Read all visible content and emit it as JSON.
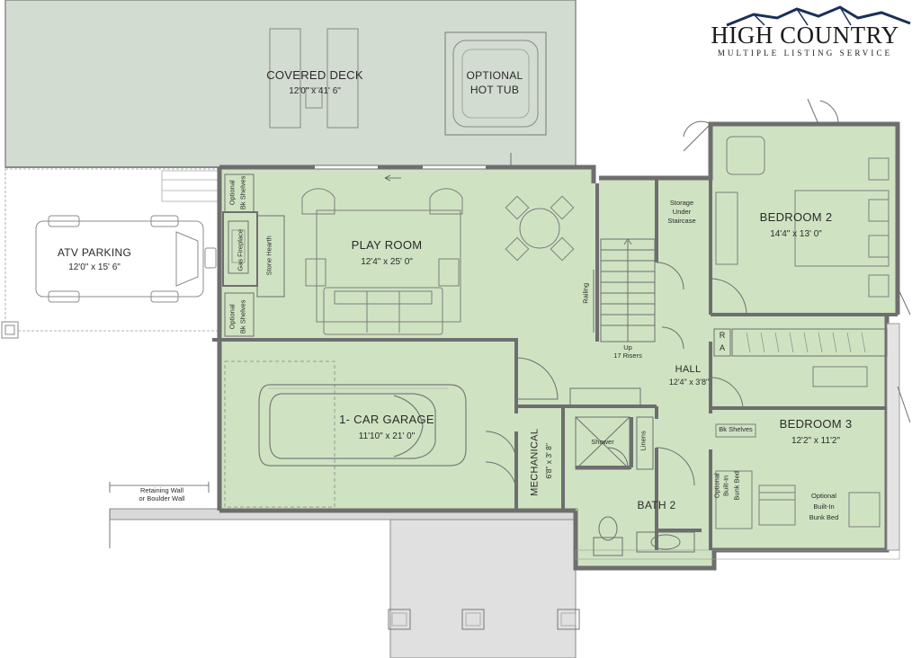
{
  "logo": {
    "title": "HIGH COUNTRY",
    "subtitle": "MULTIPLE LISTING SERVICE"
  },
  "rooms": {
    "covered_deck": {
      "name": "COVERED DECK",
      "dim": "12'0\" x 41' 6\""
    },
    "hot_tub": {
      "name": "OPTIONAL",
      "name2": "HOT TUB"
    },
    "atv": {
      "name": "ATV PARKING",
      "dim": "12'0\" x 15' 6\""
    },
    "play_room": {
      "name": "PLAY ROOM",
      "dim": "12'4\" x 25' 0\""
    },
    "bedroom2": {
      "name": "BEDROOM 2",
      "dim": "14'4\" x 13' 0\""
    },
    "bedroom3": {
      "name": "BEDROOM 3",
      "dim": "12'2\" x 11'2\""
    },
    "hall": {
      "name": "HALL",
      "dim": "12'4\" x 3'8\""
    },
    "garage": {
      "name": "1- CAR GARAGE",
      "dim": "11'10\" x 21' 0\""
    },
    "mechanical": {
      "name": "MECHANICAL",
      "dim": "6'8\" x 3' 8\""
    },
    "bath2": {
      "name": "BATH 2"
    }
  },
  "notes": {
    "storage": [
      "Storage",
      "Under",
      "Staircase"
    ],
    "railing": "Railing",
    "stairs": [
      "Up",
      "17 Risers"
    ],
    "shelves_top": [
      "Optional",
      "Bk Shelves"
    ],
    "shelves_bottom": [
      "Optional",
      "Bk Shelves"
    ],
    "gas_fireplace": "Gas Fireplace",
    "stone_hearth": "Stone Hearth",
    "shower": "Shower",
    "linens": "Linens",
    "bk_shelves": "Bk Shelves",
    "builtin_bed_left": [
      "Optional",
      "Built-In",
      "Bunk Bed"
    ],
    "builtin_bed_right": [
      "Optional",
      "Built-In",
      "Bunk Bed"
    ],
    "retaining_wall": [
      "Retaining Wall",
      "or Boulder Wall"
    ],
    "closet_r": "R",
    "closet_a": "A"
  },
  "colors": {
    "room_fill": "#cfe3c2",
    "deck_fill": "#d3dcd1",
    "wall": "#6e6e6e",
    "outdoor": "#ececec",
    "retaining": "#d9d9d9"
  }
}
